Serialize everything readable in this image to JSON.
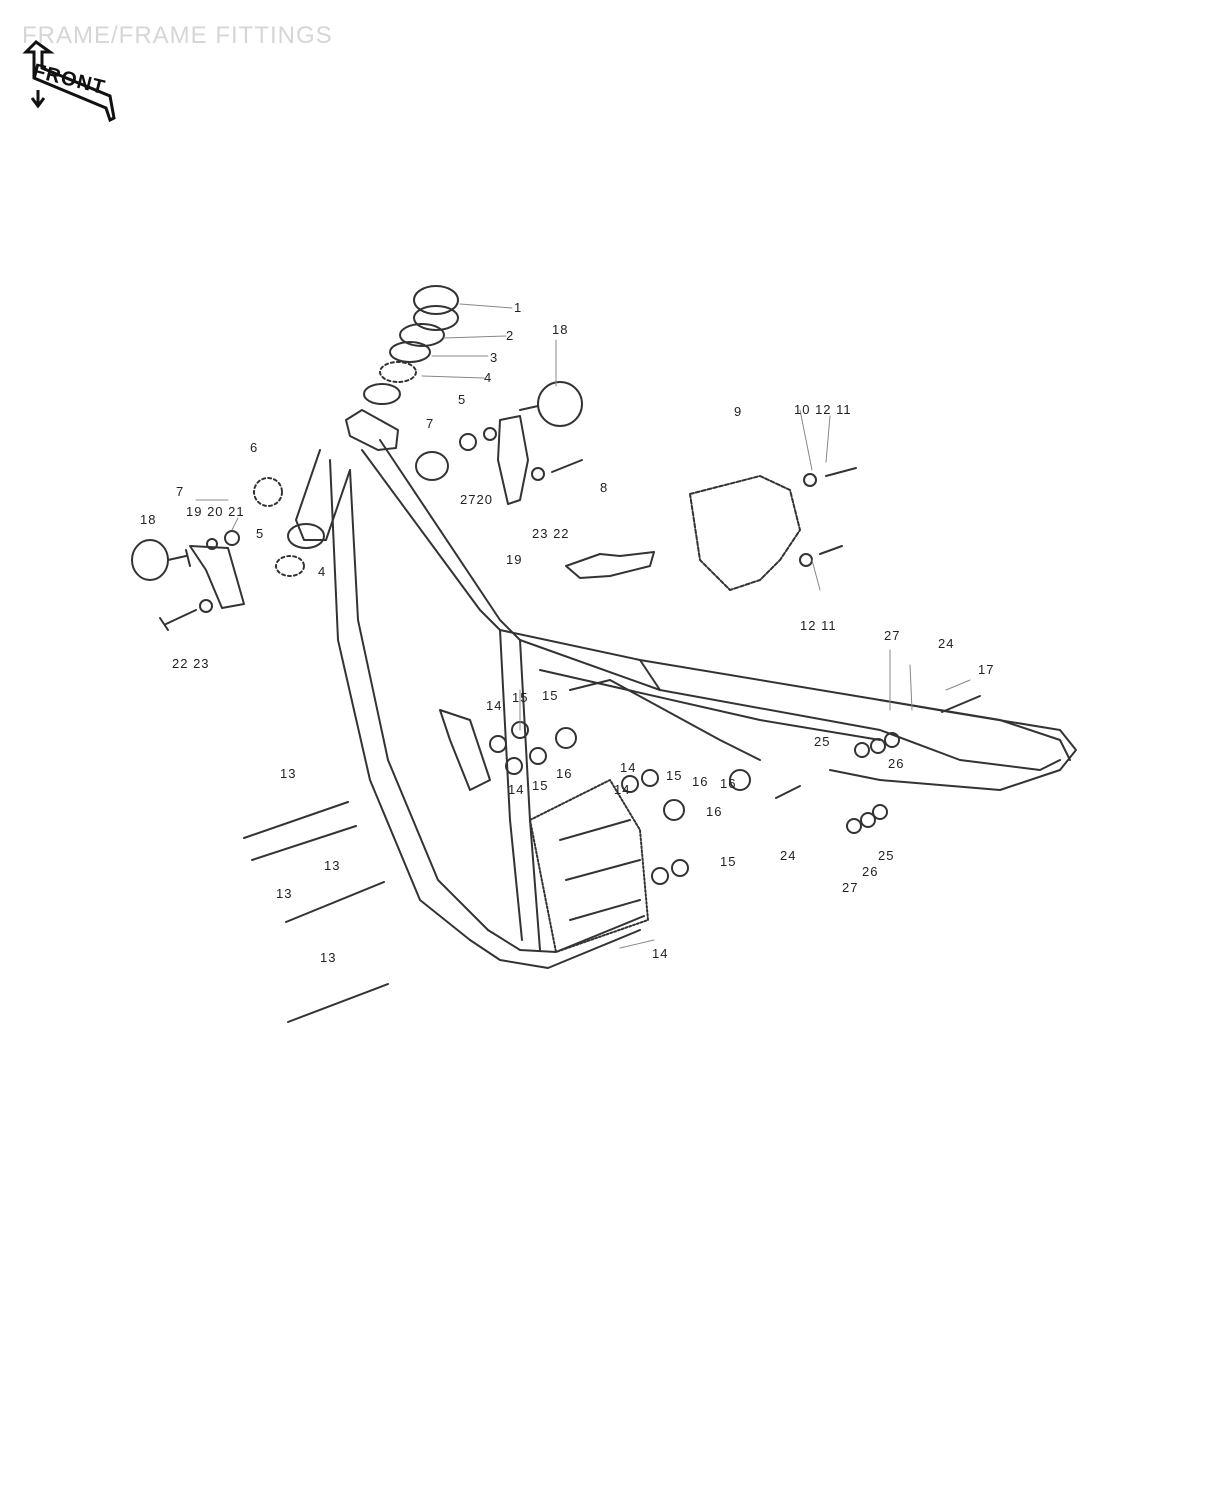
{
  "title": "FRAME/FRAME FITTINGS",
  "front_label": "FRONT",
  "callouts": [
    "1",
    "2",
    "3",
    "4",
    "5",
    "18",
    "9",
    "7",
    "6",
    "7",
    "5",
    "4",
    "18",
    "2720",
    "23 22",
    "19",
    "8",
    "10 12 11",
    "12 11",
    "27",
    "24",
    "17",
    "22 23",
    "14",
    "15",
    "14",
    "15",
    "16",
    "14",
    "15",
    "16",
    "14",
    "15",
    "16",
    "16",
    "13",
    "13",
    "13",
    "13",
    "25",
    "26",
    "24",
    "27",
    "26",
    "25",
    "15",
    "14",
    "19 20 21"
  ]
}
